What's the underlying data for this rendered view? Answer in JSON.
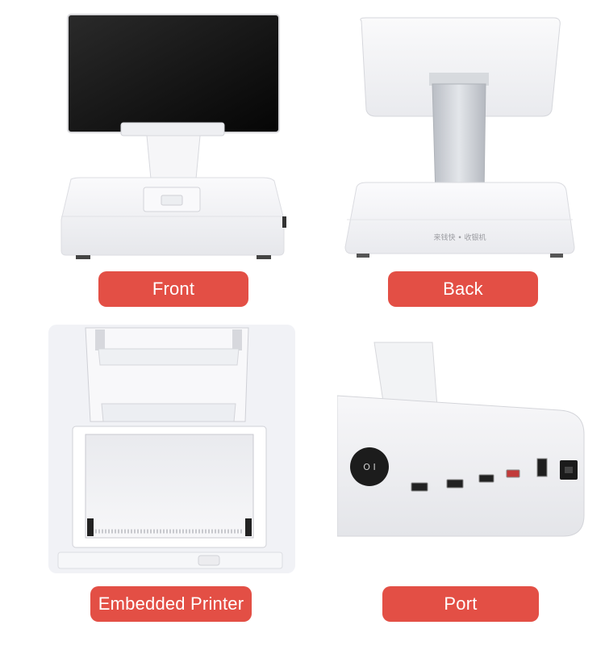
{
  "labels": {
    "front": "Front",
    "back": "Back",
    "printer": "Embedded Printer",
    "port": "Port"
  },
  "back_base_text": "来钱快 • 收银机",
  "switch_text": "O  I",
  "colors": {
    "pill": "#e34f45",
    "device_white": "#f4f4f6",
    "screen_black": "#111111",
    "stand_silver": "#c9cdd3"
  }
}
